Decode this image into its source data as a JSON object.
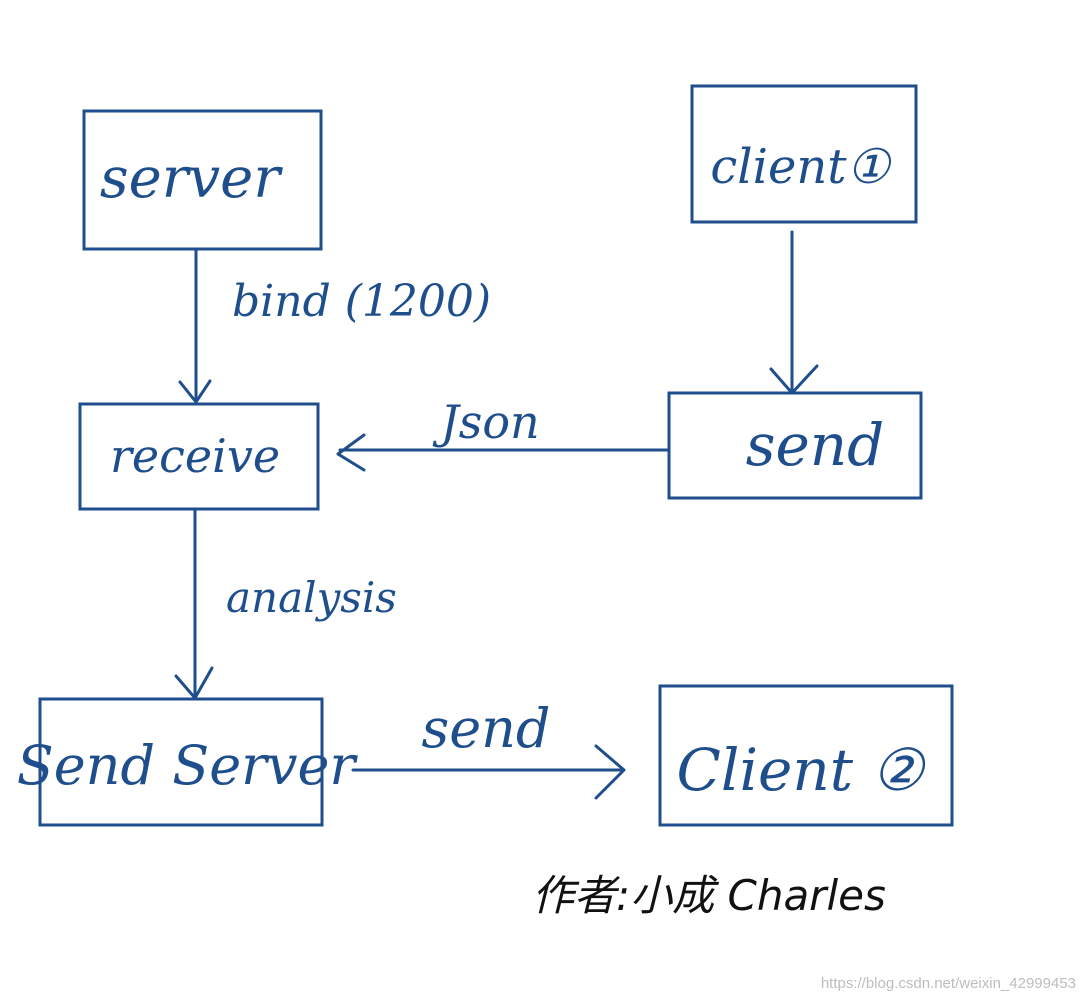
{
  "diagram": {
    "nodes": {
      "server": "server",
      "client1": "client①",
      "receive": "receive",
      "send": "send",
      "send_server": "Send Server",
      "client2": "Client ②"
    },
    "edges": {
      "bind": "bind (1200)",
      "json": "Json",
      "analysis": "analysis",
      "send": "send"
    }
  },
  "author": "作者:小成 Charles",
  "watermark": "https://blog.csdn.net/weixin_42999453",
  "colors": {
    "ink": "#1f4e8c",
    "background": "#ffffff",
    "watermark": "#bdbdbd"
  }
}
